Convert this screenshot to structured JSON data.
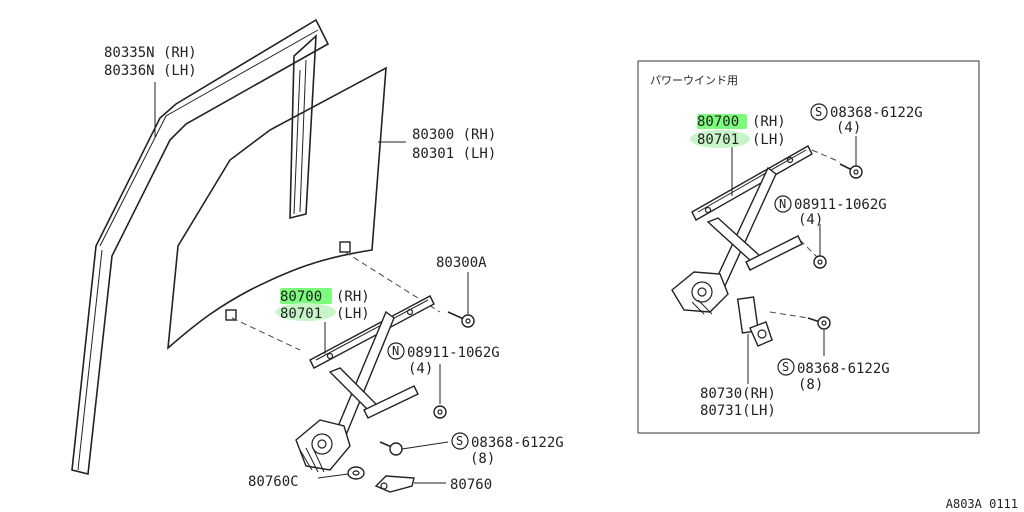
{
  "inset": {
    "title": "パワーウインド用",
    "labels": {
      "regulator_rh": "80700",
      "regulator_rh_suffix": "(RH)",
      "regulator_lh": "80701",
      "regulator_lh_suffix": "(LH)",
      "bolt_top_symbol": "S",
      "bolt_top": "08368-6122G",
      "bolt_top_qty": "(4)",
      "nut_symbol": "N",
      "nut": "08911-1062G",
      "nut_qty": "(4)",
      "bolt_bottom_symbol": "S",
      "bolt_bottom": "08368-6122G",
      "bolt_bottom_qty": "(8)",
      "motor_rh": "80730(RH)",
      "motor_lh": "80731(LH)"
    }
  },
  "main": {
    "labels": {
      "weatherstrip_rh": "80335N (RH)",
      "weatherstrip_lh": "80336N (LH)",
      "glass_rh": "80300 (RH)",
      "glass_lh": "80301 (LH)",
      "bolt_glass": "80300A",
      "regulator_rh": "80700",
      "regulator_rh_suffix": "(RH)",
      "regulator_lh": "80701",
      "regulator_lh_suffix": "(LH)",
      "nut_symbol": "N",
      "nut": "08911-1062G",
      "nut_qty": "(4)",
      "bolt_symbol": "S",
      "bolt": "08368-6122G",
      "bolt_qty": "(8)",
      "washer": "80760C",
      "handle": "80760"
    }
  },
  "reference_code": "A803A 0111"
}
